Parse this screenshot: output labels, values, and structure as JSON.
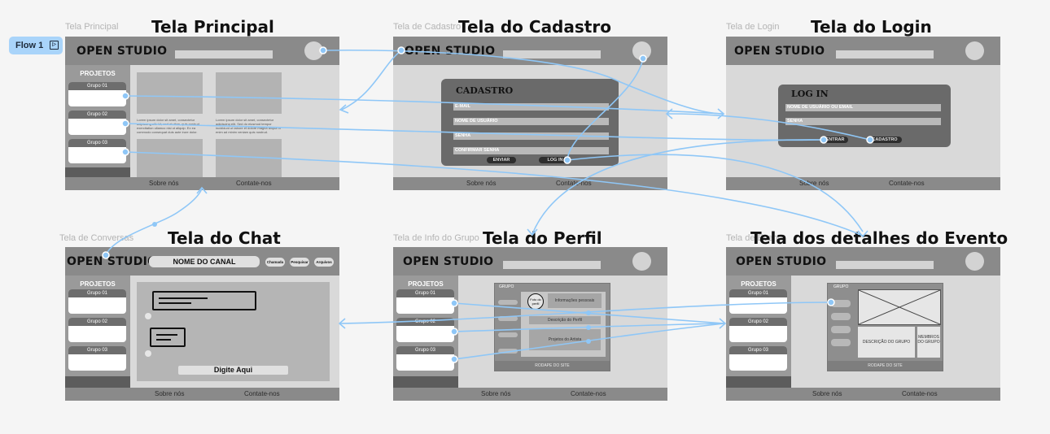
{
  "flow": {
    "label": "Flow 1"
  },
  "screens": {
    "principal": {
      "frame_label": "Tela Principal",
      "title": "Tela Principal",
      "brand": "OPEN STUDIO",
      "sidebar_heading": "PROJETOS",
      "groups": [
        "Grupo 01",
        "Grupo 02",
        "Grupo 03"
      ],
      "text_left": "Lorem ipsum dolor sit amet, consectetur adipiscing elit. Ut, sed at vitae, quis nostrud exercitation ullamco nisi ut aliquip. Ex ea commodo consequat duis aute irure dolor.",
      "text_right": "Lorem ipsum dolor sit amet, consectetur adipiscing elit. Sed do eiusmod tempor incididunt ut labore et dolore magna aliqua ut enim ad minim veniam quis nostrud.",
      "footer_about": "Sobre nós",
      "footer_contact": "Contate-nos"
    },
    "cadastro": {
      "frame_label": "Tela de Cadastro",
      "title": "Tela do Cadastro",
      "brand": "OPEN STUDIO",
      "card_title": "CADASTRO",
      "fields": [
        "E-MAIL",
        "NOME DE USUÁRIO",
        "SENHA",
        "CONFIRMAR SENHA"
      ],
      "btn_send": "ENVIAR",
      "btn_login": "LOG IN",
      "footer_about": "Sobre nós",
      "footer_contact": "Contate-nos"
    },
    "login": {
      "frame_label": "Tela de Login",
      "title": "Tela do Login",
      "brand": "OPEN STUDIO",
      "card_title": "LOG IN",
      "fields": [
        "NOME DE USUÁRIO OU EMAIL",
        "SENHA"
      ],
      "btn_enter": "ENTRAR",
      "btn_signup": "CADASTRO",
      "footer_about": "Sobre nós",
      "footer_contact": "Contate-nos"
    },
    "chat": {
      "frame_label": "Tela de Conversas",
      "title": "Tela do Chat",
      "brand": "OPEN STUDIO",
      "channel_name": "NOME DO CANAL",
      "btn_call": "Chamada",
      "btn_search": "Pesquisar",
      "btn_files": "Arquivos",
      "sidebar_heading": "PROJETOS",
      "groups": [
        "Grupo 01",
        "Grupo 02",
        "Grupo 03"
      ],
      "input_placeholder": "Digite Aqui",
      "footer_about": "Sobre nós",
      "footer_contact": "Contate-nos"
    },
    "perfil": {
      "frame_label": "Tela de Info do Grupo",
      "title": "Tela do Perfil",
      "brand": "OPEN STUDIO",
      "sidebar_heading": "PROJETOS",
      "groups": [
        "Grupo 01",
        "Grupo 02",
        "Grupo 03"
      ],
      "panel_label": "GRUPO",
      "photo_label": "Foto do perfil",
      "info_personal": "Informações pessoais",
      "profile_desc": "Descrição do Perfil",
      "artist_projects": "Projetos do Artista",
      "panel_footer": "RODAPE DO SITE",
      "footer_about": "Sobre nós",
      "footer_contact": "Contate-nos"
    },
    "evento": {
      "frame_label": "Tela de Evento",
      "title": "Tela dos detalhes do Evento",
      "brand": "OPEN STUDIO",
      "sidebar_heading": "PROJETOS",
      "groups": [
        "Grupo 01",
        "Grupo 02",
        "Grupo 03"
      ],
      "panel_label": "GRUPO",
      "group_desc": "DESCRIÇÃO DO GRUPO",
      "group_members": "MEMBROS DO GRUPO",
      "panel_footer": "RODAPE DO SITE",
      "footer_about": "Sobre nós",
      "footer_contact": "Contate-nos"
    }
  },
  "colors": {
    "connector": "#8fc7f7",
    "header": "#8a8a8a",
    "canvas": "#f5f5f5"
  }
}
